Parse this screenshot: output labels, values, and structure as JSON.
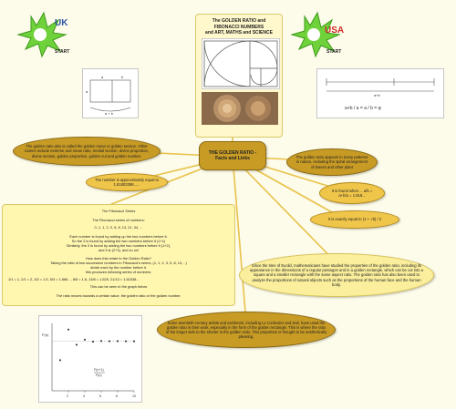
{
  "logos": {
    "uk": {
      "country": "UK",
      "start": "START"
    },
    "usa": {
      "country": "USA",
      "start": "START"
    }
  },
  "top_panel": {
    "title_line1": "The GOLDEN RATIO and",
    "title_line2": "FIBONACCI NUMBERS",
    "title_line3": "and ART, MATHS and SCIENCE"
  },
  "left_figure": {
    "label_a1": "a",
    "label_b": "b",
    "label_a2": "a",
    "label_apb": "a + b"
  },
  "right_figure": {
    "label_apb": "a+b",
    "formula": "a+b / a = a / b = φ"
  },
  "center": {
    "title": "THE GOLDEN RATIO -",
    "subtitle": "Facts and Links"
  },
  "bubbles": {
    "other_names": "The golden ratio also is called the golden mean or golden section. Other names include extreme and mean ratio, medial section, divine proportion, divine section, golden proportion, golden cut and golden number.",
    "approx": "The number is approximately equal to 1.61803398......",
    "patterns": "The golden ratio appears in many patterns in nature, including the spiral arrangement of leaves and other plant",
    "found_when": "It is found when ... a/b = a+b/a = 1.618...",
    "exactly": "It is exactly equal to (1 + √5) / 2",
    "mathematicians": "Since the time of Euclid, mathematicians have studied the properties of the golden ratio, including its appearance in the dimensions of a regular pentagon and in a golden rectangle, which can be cut into a square and a smaller rectangle with the same aspect ratio. The golden ratio has also been used to analyze the proportions of natural objects such as the proportions of the human face and the human body.",
    "artists": "Some twentieth-century artists and architects, including Le Corbusier and Dali, have used the golden ratio in their work, especially in the form of the golden rectangle. This is where the ratio of the longer side to the shorter is the golden ratio. This proportion is thought to be aesthetically pleasing."
  },
  "fibonacci_panel": {
    "heading": "The Fibonacci Series",
    "series_intro": "The Fibonacci series of numbers:",
    "series": "0, 1, 1, 2, 3, 5, 8, 13, 21, 34, ...",
    "rule": "Each number is found by adding up the two numbers before it.\nSo the 2 is found by adding the two numbers before it (1+1)\nSimilarly, the 3 is found by adding the two numbers before it (1+2),\nand 5 is (2+3), and so on!",
    "question": "How does this relate to the Golden Ratio?",
    "explain": "Taking the ratio of two successive numbers in Fibonacci's series, (1, 1, 2, 3, 5, 8, 13, ..)\ndivide each by the number before it,\nthis produces following series of numbers:",
    "ratios": "1/1 = 1,   2/1 = 2,   3/2 = 1.5,   5/3 = 1.666...,   8/5 = 1.6,   13/8 = 1.625,   21/13 = 1.61538...",
    "graph_note": "This can be seen in the graph below",
    "conclusion": "The ratio moves towards a certain value, the golden ratio or the golden number."
  },
  "graph": {
    "ylabel": "F(n)",
    "legend1": "F(n+1)",
    "legend2": "F(n)"
  },
  "chart_data": {
    "type": "scatter",
    "x": [
      1,
      2,
      3,
      4,
      5,
      6,
      7,
      8,
      9,
      10
    ],
    "values": [
      1,
      2,
      1.5,
      1.667,
      1.6,
      1.625,
      1.615,
      1.619,
      1.618,
      1.618
    ],
    "xlim": [
      0,
      10
    ],
    "ylim": [
      0,
      2.2
    ],
    "xticks": [
      "2",
      "4",
      "6",
      "8",
      "10"
    ]
  },
  "colors": {
    "gold": "#f0c64a",
    "dark_gold": "#c89b25",
    "pale": "#fbef9d",
    "line": "#d9b13a"
  }
}
